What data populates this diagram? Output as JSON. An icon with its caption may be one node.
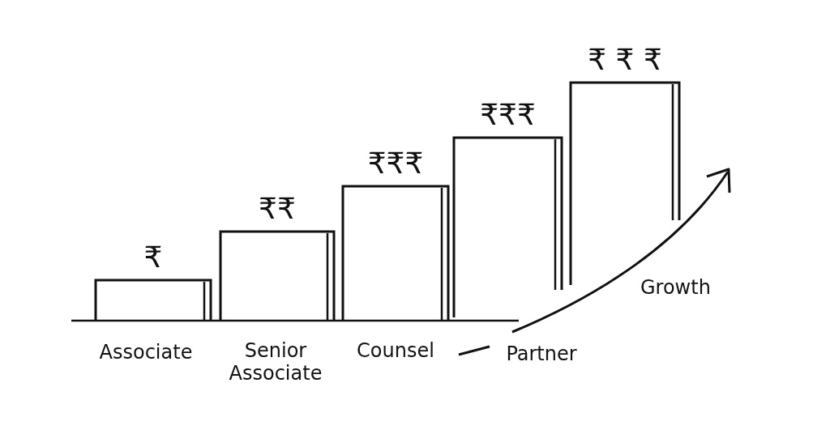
{
  "diagram": {
    "nodes": [
      {
        "text": [],
        "shape": "bar",
        "beside": [
          "₹",
          "Associate"
        ]
      },
      {
        "text": [],
        "shape": "bar",
        "beside": [
          "₹₹",
          "Senior Associate"
        ]
      },
      {
        "text": [],
        "shape": "bar",
        "beside": [
          "₹₹₹",
          "Counsel"
        ]
      },
      {
        "text": [],
        "shape": "bar",
        "beside": [
          "₹₹₹",
          "Partner"
        ]
      },
      {
        "text": [],
        "shape": "bar",
        "beside": [
          "₹ ₹ ₹"
        ]
      }
    ],
    "labels": [
      "Growth"
    ]
  }
}
